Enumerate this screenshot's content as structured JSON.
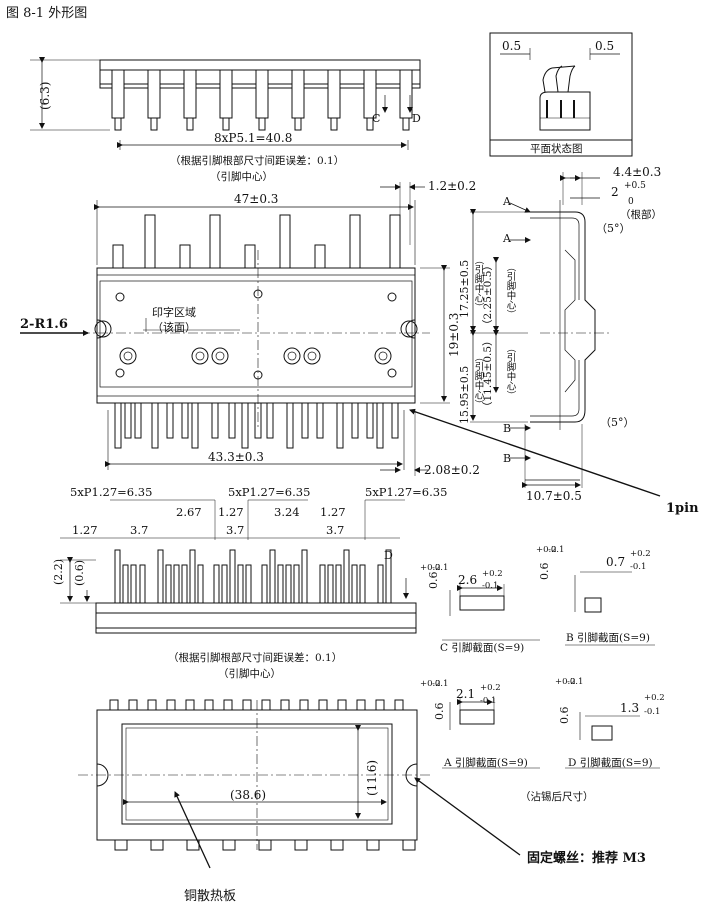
{
  "figure": {
    "title": "图 8-1  外形图"
  },
  "top_view": {
    "dim_63": "(6.3)",
    "pitch_label": "8xP5.1=40.8",
    "note_line1": "（根据引脚根部尺寸间距误差：0.1）",
    "note_line2": "（引脚中心）",
    "label_c": "C",
    "label_d": "D"
  },
  "plan_state": {
    "dim_left": "0.5",
    "dim_right": "0.5",
    "caption": "平面状态图"
  },
  "front_view": {
    "dim_width": "47±0.3",
    "dim_12": "1.2±0.2",
    "r16_label": "2-R1.6",
    "print_area_line1": "印字区域",
    "print_area_line2": "（该面）",
    "dim_19": "19±0.3",
    "dim_433": "43.3±0.3",
    "dim_208": "2.08±0.2",
    "pin1_label": "1pin"
  },
  "side_view": {
    "dim_44": "4.4±0.3",
    "dim_2": "2",
    "dim_2_plus": "+0.5",
    "dim_2_minus": "0",
    "root_label": "（根部）",
    "angle_top": "（5°）",
    "angle_bot": "（5°）",
    "label_a1": "A",
    "label_a2": "A",
    "label_b1": "B",
    "label_b2": "B",
    "dim_1725": "17.25±0.5",
    "dim_225": "（2.25±0.5）",
    "dim_1595": "15.95±0.5",
    "dim_1145": "（11.45±0.5）",
    "pin_center_1": "（引脚中心）",
    "pin_center_2": "（引脚中心）",
    "pin_center_3": "（引脚中心）",
    "pin_center_4": "（引脚中心）",
    "dim_107": "10.7±0.5"
  },
  "bottom_pins": {
    "pitch1": "5xP1.27=6.35",
    "pitch2": "5xP1.27=6.35",
    "pitch3": "5xP1.27=6.35",
    "d127a": "1.27",
    "d37a": "3.7",
    "d267": "2.67",
    "d127b": "1.27",
    "d37b": "3.7",
    "d324": "3.24",
    "d127c": "1.27",
    "d37c": "3.7",
    "d22": "(2.2)",
    "d06": "(0.6)",
    "label_d": "D",
    "note_line1": "（根据引脚根部尺寸间距误差：0.1）",
    "note_line2": "（引脚中心）"
  },
  "sections": {
    "c": {
      "width": "2.6",
      "tol_plus": "+0.2",
      "tol_minus": "-0.1",
      "thick": "0.6",
      "t_plus": "+0.2",
      "t_minus": "-0.1",
      "caption": "C 引脚截面(S=9)"
    },
    "b": {
      "width": "0.7",
      "tol_plus": "+0.2",
      "tol_minus": "-0.1",
      "thick": "0.6",
      "t_plus": "+0.2",
      "t_minus": "-0.1",
      "caption": "B 引脚截面(S=9)"
    },
    "a": {
      "width": "2.1",
      "tol_plus": "+0.2",
      "tol_minus": "-0.1",
      "thick": "0.6",
      "t_plus": "+0.2",
      "t_minus": "-0.1",
      "caption": "A 引脚截面(S=9)"
    },
    "d": {
      "width": "1.3",
      "tol_plus": "+0.2",
      "tol_minus": "-0.1",
      "thick": "0.6",
      "t_plus": "+0.2",
      "t_minus": "-0.1",
      "caption": "D 引脚截面(S=9)"
    },
    "solder_note": "（沾锡后尺寸）"
  },
  "back_view": {
    "dim_386": "(38.6)",
    "dim_116": "(11.6)",
    "heatsink_label": "铜散热板",
    "screw_label": "固定螺丝：推荐 M3"
  }
}
